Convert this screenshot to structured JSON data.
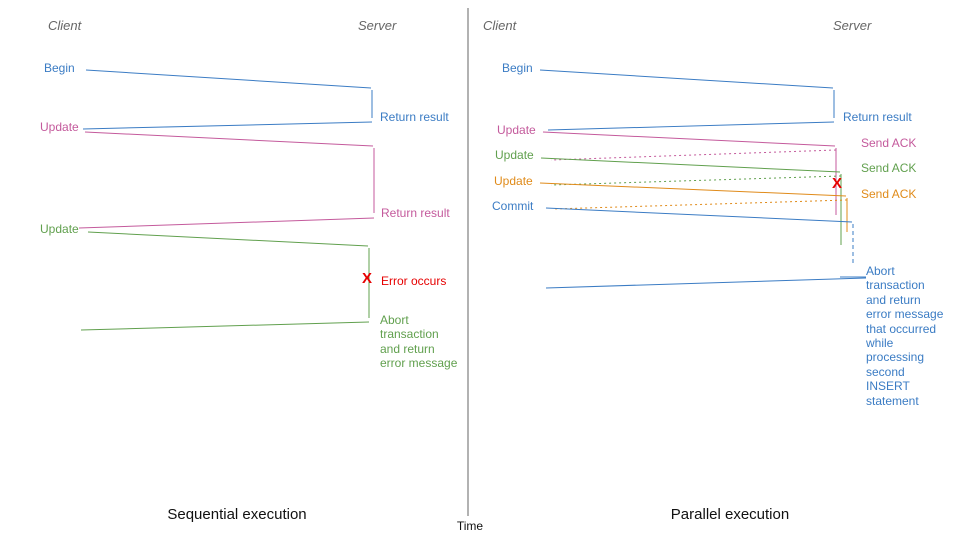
{
  "colors": {
    "blue": "#3b7cc4",
    "pink": "#c45a9c",
    "green": "#61a04e",
    "orange": "#e08b1a",
    "red": "#e60000",
    "header_gray": "#666666",
    "axis_gray": "#666666"
  },
  "time_axis": {
    "label": "Time"
  },
  "left": {
    "caption": "Sequential execution",
    "client_header": "Client",
    "server_header": "Server",
    "begin": "Begin",
    "return_result_1": "Return result",
    "update_1": "Update",
    "return_result_2": "Return result",
    "update_2": "Update",
    "error_mark": "X",
    "error_occurs": "Error occurs",
    "abort": "Abort\ntransaction\nand return\nerror message"
  },
  "right": {
    "caption": "Parallel execution",
    "client_header": "Client",
    "server_header": "Server",
    "begin": "Begin",
    "return_result": "Return result",
    "update_1": "Update",
    "send_ack_1": "Send ACK",
    "update_2": "Update",
    "send_ack_2": "Send ACK",
    "update_3": "Update",
    "send_ack_3": "Send ACK",
    "commit": "Commit",
    "error_mark": "X",
    "abort": "Abort\ntransaction\nand return\nerror message\nthat occurred\nwhile\nprocessing\nsecond\nINSERT\nstatement"
  }
}
